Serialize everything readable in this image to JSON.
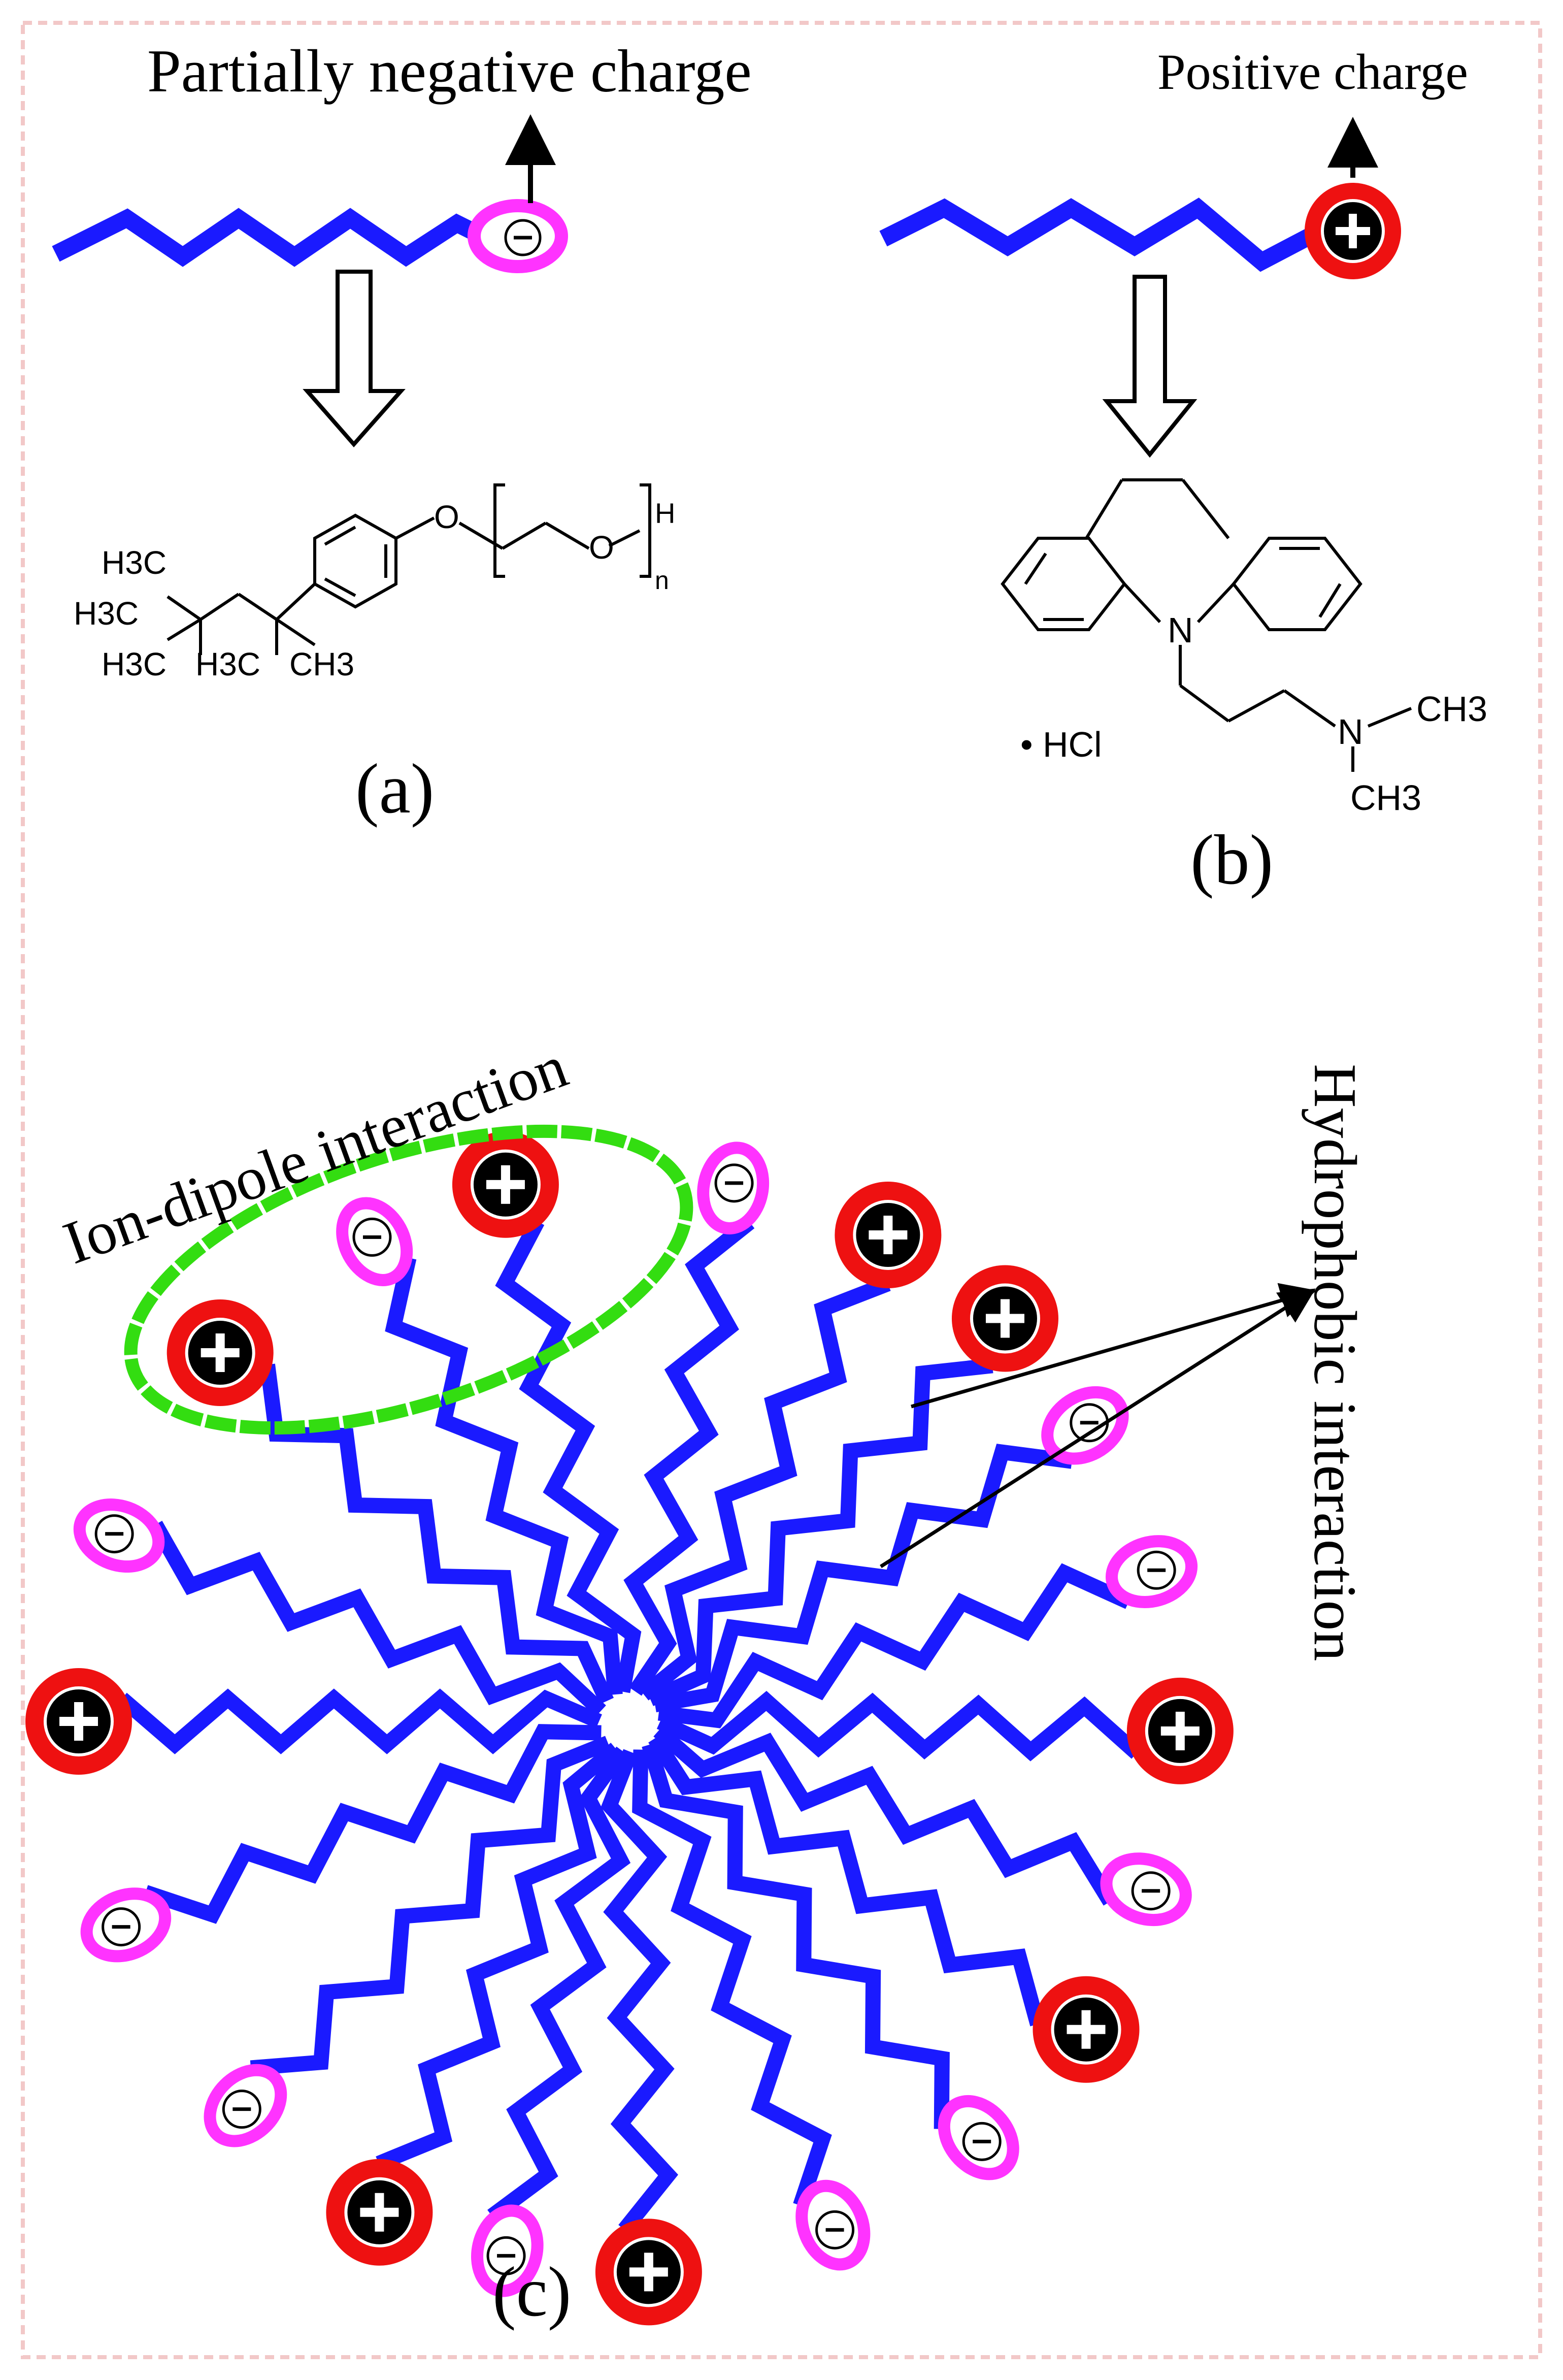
{
  "labels": {
    "partial_negative": "Partially negative charge",
    "positive": "Positive charge",
    "panel_a": "(a)",
    "panel_b": "(b)",
    "panel_c": "(c)",
    "ion_dipole": "Ion-dipole interaction",
    "hydrophobic": "Hydrophobic interaction"
  },
  "chem_a": {
    "h3c_1": "H3C",
    "h3c_2": "H3C",
    "h3c_3": "H3C",
    "h3c_4": "H3C",
    "ch3": "CH3",
    "o1": "O",
    "o2": "O",
    "h": "H",
    "n": "n"
  },
  "chem_b": {
    "n_ring": "N",
    "n_amine": "N",
    "ch3_top": "CH3",
    "ch3_bottom": "CH3",
    "hcl": "• HCl"
  },
  "colors": {
    "chain": "#1a1aff",
    "positive_ring": "#ee1111",
    "negative_lobe": "#ff33ff",
    "ion_dipole_outline": "#33dd11",
    "border": "#f2c8c8"
  },
  "symbols": {
    "plus": "+",
    "minus": "−"
  }
}
